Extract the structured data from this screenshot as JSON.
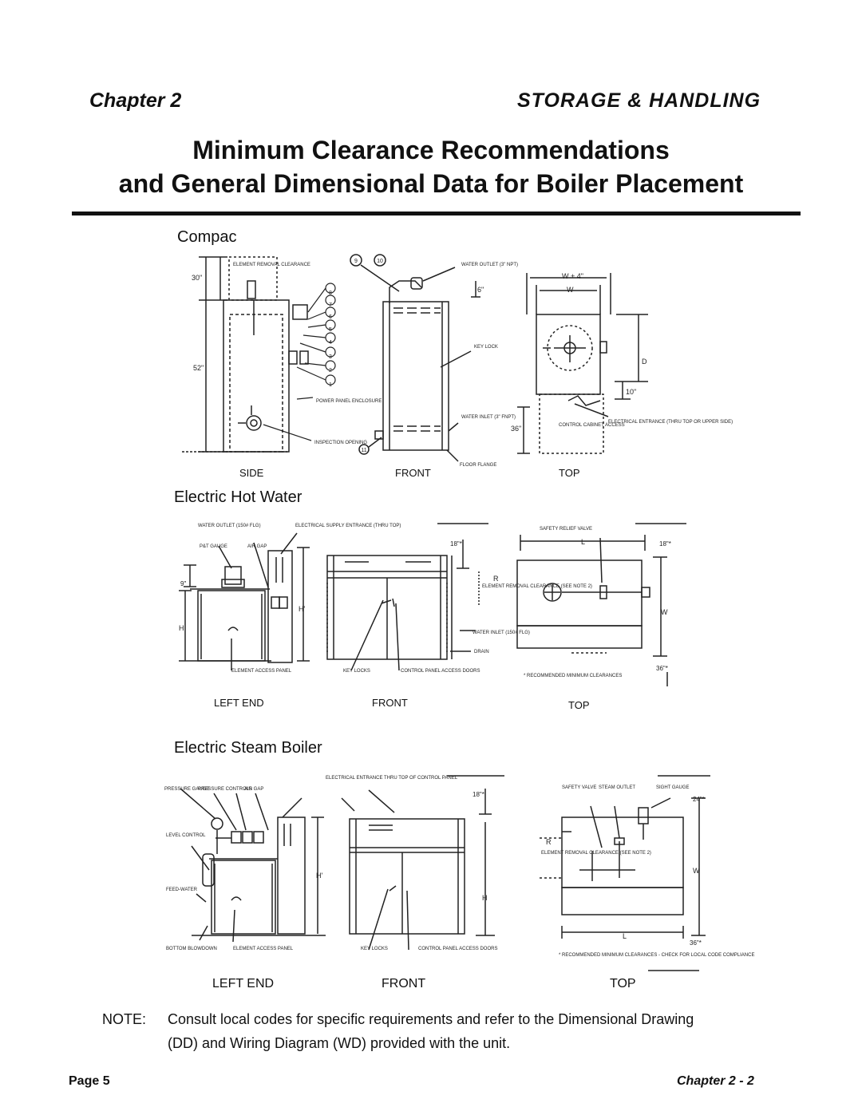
{
  "header": {
    "chapter": "Chapter 2",
    "section": "STORAGE & HANDLING"
  },
  "title": {
    "line1": "Minimum Clearance Recommendations",
    "line2": "and General Dimensional Data for Boiler Placement"
  },
  "sections": {
    "compac": {
      "heading": "Compac",
      "views": [
        "SIDE",
        "FRONT",
        "TOP"
      ],
      "dims": {
        "top_clear": "30\"",
        "height": "52\"",
        "width": "W + 4\"",
        "w": "W",
        "depth": "D",
        "ten": "10\"",
        "front_clear": "36\"",
        "six": "6\""
      },
      "callouts": {
        "element_removal": "ELEMENT REMOVAL CLEARANCE",
        "water_outlet": "WATER OUTLET (3\" NPT)",
        "key_lock": "KEY LOCK",
        "water_inlet": "WATER INLET (3\" FNPT)",
        "power_panel": "POWER PANEL ENCLOSURE",
        "inspection": "INSPECTION OPENING",
        "floor_flange": "FLOOR FLANGE",
        "electrical_entrance": "ELECTRICAL ENTRANCE (THRU TOP OR UPPER SIDE)",
        "control_cabinet": "CONTROL CABINET ACCESS"
      },
      "numbers": [
        "1",
        "2",
        "3",
        "4",
        "5",
        "6",
        "7",
        "8",
        "9",
        "10",
        "11"
      ]
    },
    "hot_water": {
      "heading": "Electric Hot Water",
      "views": [
        "LEFT END",
        "FRONT",
        "TOP"
      ],
      "callouts": {
        "water_outlet": "WATER OUTLET (150# FLG)",
        "p_t_gauge": "P&T GAUGE",
        "air_gap": "AIR GAP",
        "electrical_supply": "ELECTRICAL SUPPLY ENTRANCE (THRU TOP)",
        "element_access": "ELEMENT ACCESS PANEL",
        "key_locks": "KEY LOCKS",
        "control_panel": "CONTROL PANEL ACCESS DOORS",
        "safety_relief": "SAFETY RELIEF VALVE",
        "element_removal": "ELEMENT REMOVAL CLEARANCE (SEE NOTE 2)",
        "water_inlet": "WATER INLET (150# FLG)",
        "drain": "DRAIN",
        "recommended": "* RECOMMENDED MINIMUM CLEARANCES"
      },
      "dims": {
        "nine": "9\"",
        "h": "H",
        "h_prime": "H'",
        "eighteen": "18\"*",
        "l": "L",
        "r": "R",
        "w": "W",
        "thirtysix": "36\"*"
      }
    },
    "steam": {
      "heading": "Electric Steam Boiler",
      "views": [
        "LEFT END",
        "FRONT",
        "TOP"
      ],
      "callouts": {
        "pressure_gauge": "PRESSURE GAUGE",
        "pressure_controls": "PRESSURE CONTROLS",
        "air_gap": "AIR GAP",
        "electrical_entrance": "ELECTRICAL ENTRANCE THRU TOP OF CONTROL PANEL",
        "level_control": "LEVEL CONTROL",
        "feed_water": "FEED-WATER",
        "bottom_blowdown": "BOTTOM BLOWDOWN",
        "element_access": "ELEMENT ACCESS PANEL",
        "key_locks": "KEY LOCKS",
        "control_panel": "CONTROL PANEL ACCESS DOORS",
        "safety_valve": "SAFETY VALVE",
        "steam_outlet": "STEAM OUTLET",
        "sight_gauge": "SIGHT GAUGE",
        "element_removal": "ELEMENT REMOVAL CLEARANCE (SEE NOTE 2)",
        "recommended": "* RECOMMENDED MINIMUM CLEARANCES - CHECK FOR LOCAL CODE COMPLIANCE"
      },
      "dims": {
        "eighteen": "18\"*",
        "twentyfour": "24\"*",
        "h": "H",
        "h_prime": "H'",
        "r": "R",
        "w": "W",
        "l": "L",
        "thirtysix": "36\"*"
      }
    }
  },
  "note": {
    "label": "NOTE:",
    "line1": "Consult local codes for specific requirements and refer to the Dimensional Drawing",
    "line2": "(DD) and Wiring Diagram (WD) provided with the unit."
  },
  "footer": {
    "left": "Page 5",
    "right": "Chapter 2 - 2"
  }
}
